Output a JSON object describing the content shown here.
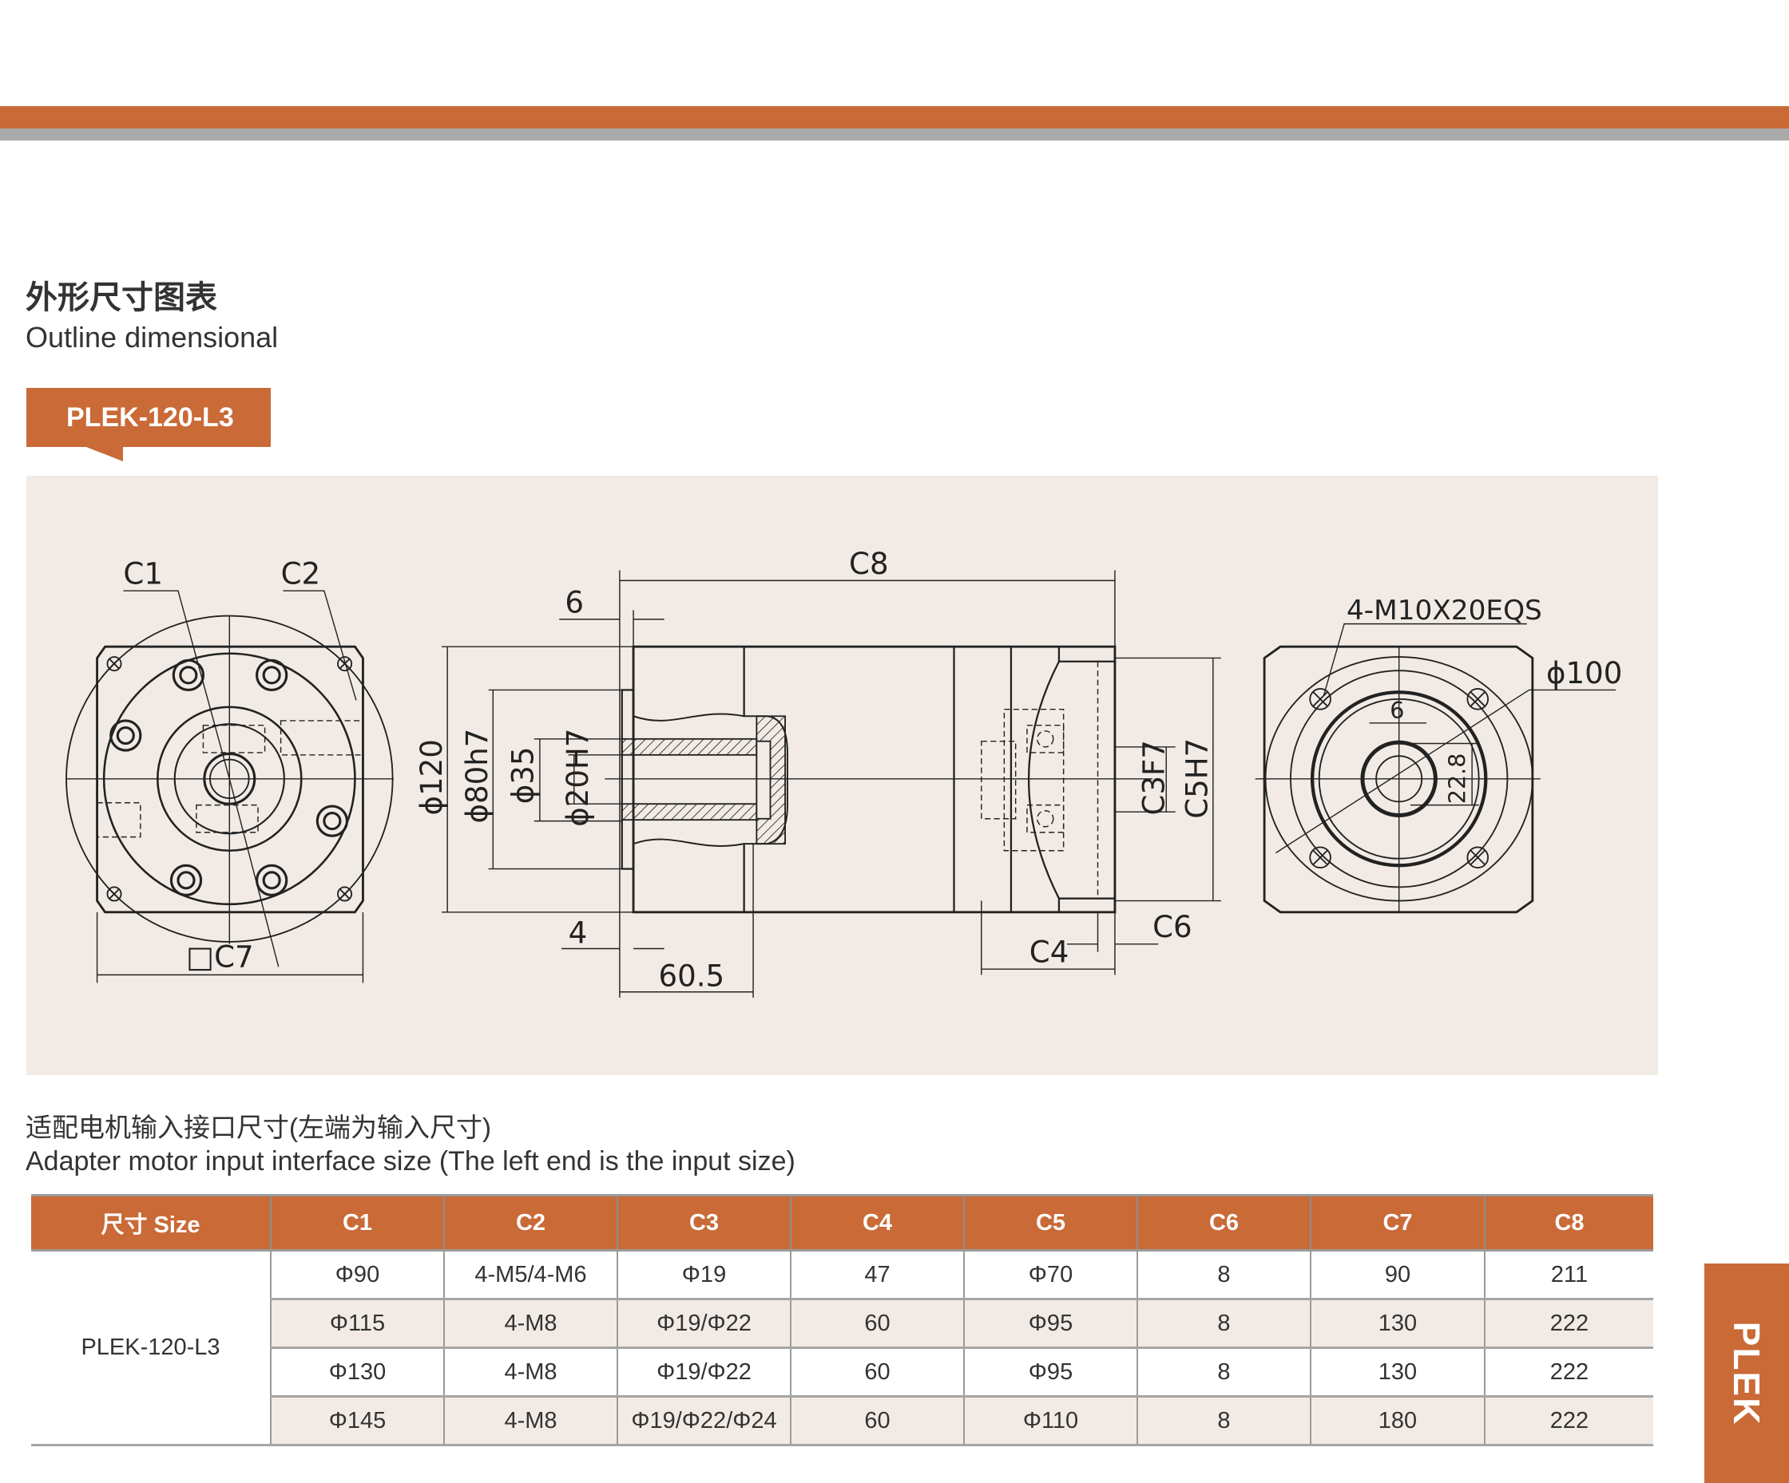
{
  "header": {
    "title_cn": "外形尺寸图表",
    "title_en": "Outline dimensional"
  },
  "model_tag": "PLEK-120-L3",
  "drawing": {
    "front_view": {
      "c1": "C1",
      "c2": "C2",
      "c7": "□C7"
    },
    "side_view": {
      "c8": "C8",
      "dim_6": "6",
      "dim_4": "4",
      "dim_60_5": "60.5",
      "d120": "ϕ120",
      "d80": "ϕ80h7",
      "d35": "ϕ35",
      "d20": "ϕ20H7",
      "c3": "C3F7",
      "c5": "C5H7",
      "c4": "C4",
      "c6": "C6"
    },
    "output_view": {
      "thread": "4-M10X20EQS",
      "d100": "ϕ100",
      "key_width": "6",
      "key_height": "22.8"
    }
  },
  "subtitle": {
    "cn": "适配电机输入接口尺寸(左端为输入尺寸)",
    "en": "Adapter motor input interface size (The left end is the input size)"
  },
  "table": {
    "headers": [
      "尺寸 Size",
      "C1",
      "C2",
      "C3",
      "C4",
      "C5",
      "C6",
      "C7",
      "C8"
    ],
    "size": "PLEK-120-L3",
    "rows": [
      [
        "Φ90",
        "4-M5/4-M6",
        "Φ19",
        "47",
        "Φ70",
        "8",
        "90",
        "211"
      ],
      [
        "Φ115",
        "4-M8",
        "Φ19/Φ22",
        "60",
        "Φ95",
        "8",
        "130",
        "222"
      ],
      [
        "Φ130",
        "4-M8",
        "Φ19/Φ22",
        "60",
        "Φ95",
        "8",
        "130",
        "222"
      ],
      [
        "Φ145",
        "4-M8",
        "Φ19/Φ22/Φ24",
        "60",
        "Φ110",
        "8",
        "180",
        "222"
      ]
    ]
  },
  "side_tab": "PLEK",
  "colors": {
    "accent": "#c96a37",
    "panel": "#f2ebe5",
    "rule": "#a9a9a9"
  }
}
